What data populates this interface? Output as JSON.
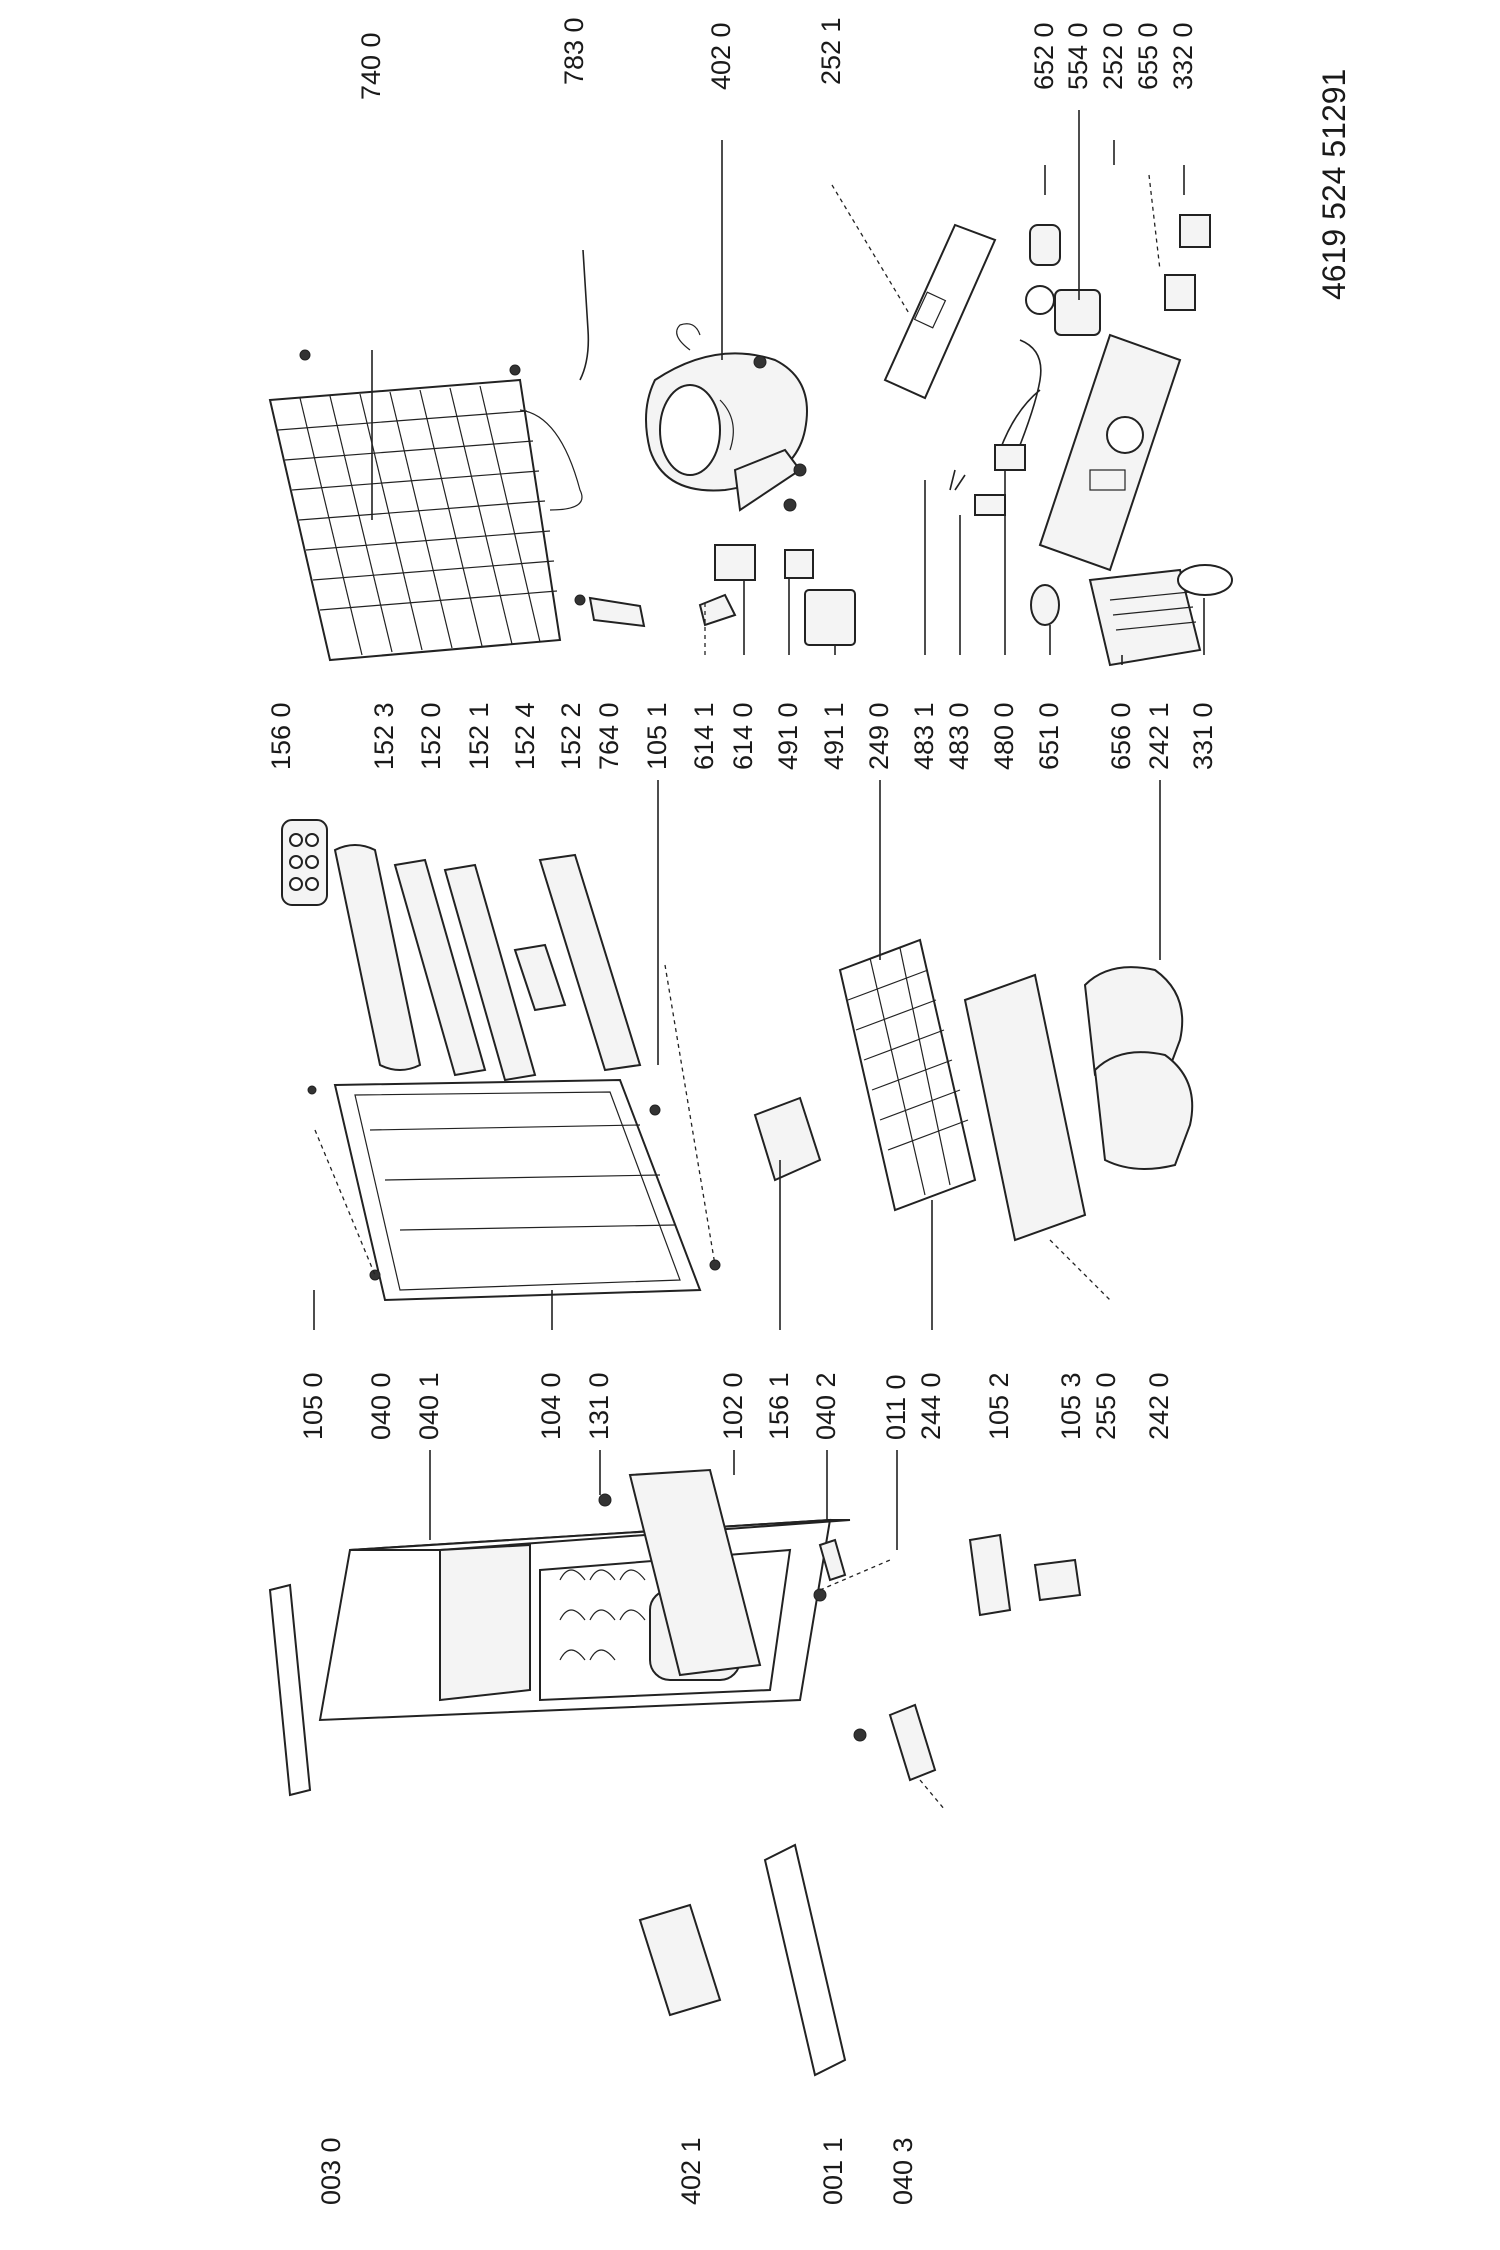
{
  "document_id": "4619 524 51291",
  "callouts": [
    "740 0",
    "783 0",
    "402 0",
    "252 1",
    "652 0",
    "554 0",
    "252 0",
    "655 0",
    "332 0",
    "156 0",
    "152 3",
    "152 0",
    "152 1",
    "152 4",
    "152 2",
    "764 0",
    "105 1",
    "614 1",
    "614 0",
    "491 0",
    "491 1",
    "249 0",
    "483 1",
    "483 0",
    "480 0",
    "651 0",
    "656 0",
    "242 1",
    "331 0",
    "105 0",
    "040 0",
    "040 1",
    "104 0",
    "131 0",
    "102 0",
    "156 1",
    "040 2",
    "011 0",
    "244 0",
    "105 2",
    "105 3",
    "255 0",
    "242 0",
    "003 0",
    "402 1",
    "001 1",
    "040 3"
  ]
}
